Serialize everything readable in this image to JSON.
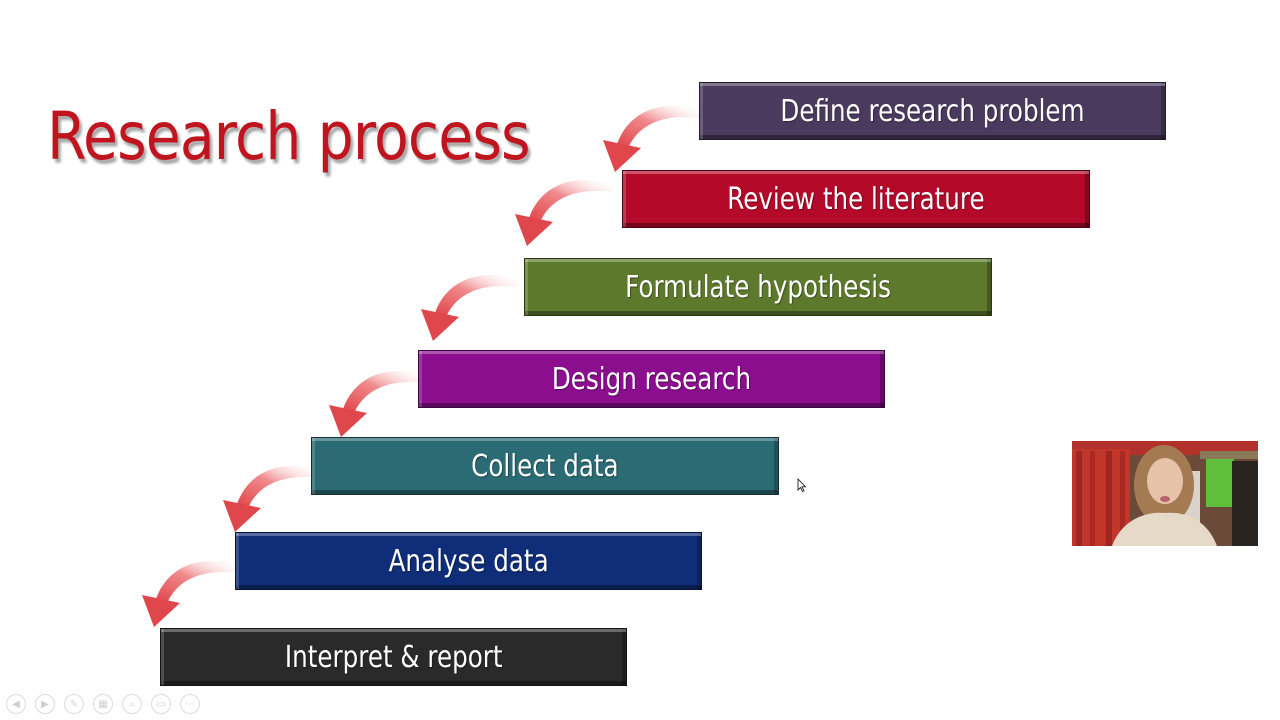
{
  "title": "Research process",
  "steps": [
    {
      "label": "Define research problem",
      "color": "#4a3a5e"
    },
    {
      "label": "Review the literature",
      "color": "#b5092a"
    },
    {
      "label": "Formulate hypothesis",
      "color": "#5d7a2c"
    },
    {
      "label": "Design research",
      "color": "#8a0e8e"
    },
    {
      "label": "Collect data",
      "color": "#2b6b74"
    },
    {
      "label": "Analyse data",
      "color": "#0f2d78"
    },
    {
      "label": "Interpret & report",
      "color": "#2a2a2a"
    }
  ],
  "colors": {
    "title": "#c0151f",
    "arrow": "#e0474c",
    "background": "#ffffff"
  },
  "toolbar_icons": [
    "prev-icon",
    "next-icon",
    "pen-icon",
    "slides-icon",
    "zoom-icon",
    "subtitle-icon",
    "more-icon"
  ]
}
